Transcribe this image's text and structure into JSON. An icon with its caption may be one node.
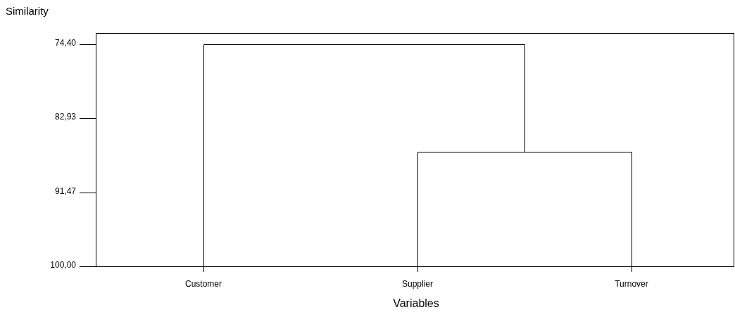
{
  "diagram": {
    "labels": [
      "Similarity",
      "74,40",
      "82,93",
      "91,47",
      "100,00",
      "Customer",
      "Supplier",
      "Turnover",
      "Variables"
    ]
  }
}
